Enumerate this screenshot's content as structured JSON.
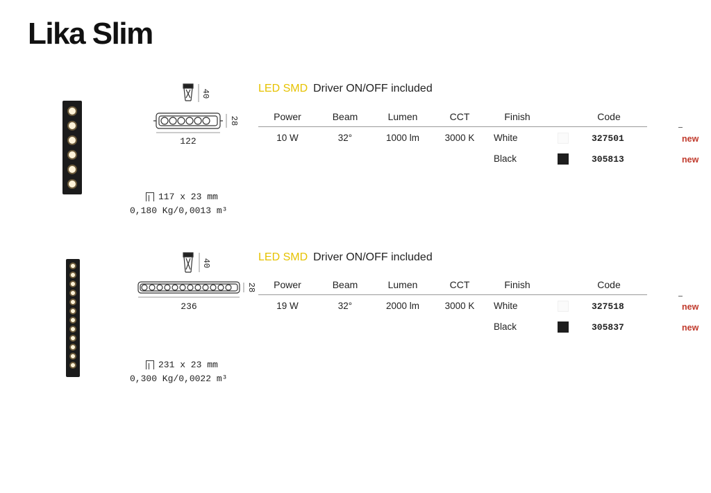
{
  "page": {
    "title": "Lika Slim"
  },
  "products": [
    {
      "headline": {
        "led": "LED SMD",
        "driver": "Driver ON/OFF included"
      },
      "drawing": {
        "height_label": "40",
        "depth_label": "28",
        "length_label": "122"
      },
      "cutout": "117 x 23 mm",
      "weight_volume": "0,180 Kg/0,0013 m³",
      "headers": {
        "power": "Power",
        "beam": "Beam",
        "lumen": "Lumen",
        "cct": "CCT",
        "finish": "Finish",
        "code": "Code"
      },
      "specs": {
        "power": "10 W",
        "beam": "32°",
        "lumen": "1000 lm",
        "cct": "3000 K"
      },
      "finishes": [
        {
          "name": "White",
          "color": "#fbfbfb",
          "code": "327501",
          "tag": "new"
        },
        {
          "name": "Black",
          "color": "#1e1e1e",
          "code": "305813",
          "tag": "new"
        }
      ]
    },
    {
      "headline": {
        "led": "LED SMD",
        "driver": "Driver ON/OFF included"
      },
      "drawing": {
        "height_label": "40",
        "depth_label": "28",
        "length_label": "236"
      },
      "cutout": "231 x 23 mm",
      "weight_volume": "0,300 Kg/0,0022 m³",
      "headers": {
        "power": "Power",
        "beam": "Beam",
        "lumen": "Lumen",
        "cct": "CCT",
        "finish": "Finish",
        "code": "Code"
      },
      "specs": {
        "power": "19 W",
        "beam": "32°",
        "lumen": "2000 lm",
        "cct": "3000 K"
      },
      "finishes": [
        {
          "name": "White",
          "color": "#fbfbfb",
          "code": "327518",
          "tag": "new"
        },
        {
          "name": "Black",
          "color": "#1e1e1e",
          "code": "305837",
          "tag": "new"
        }
      ]
    }
  ],
  "colors": {
    "accent_led": "#e6c200",
    "new_tag": "#c0392b"
  }
}
